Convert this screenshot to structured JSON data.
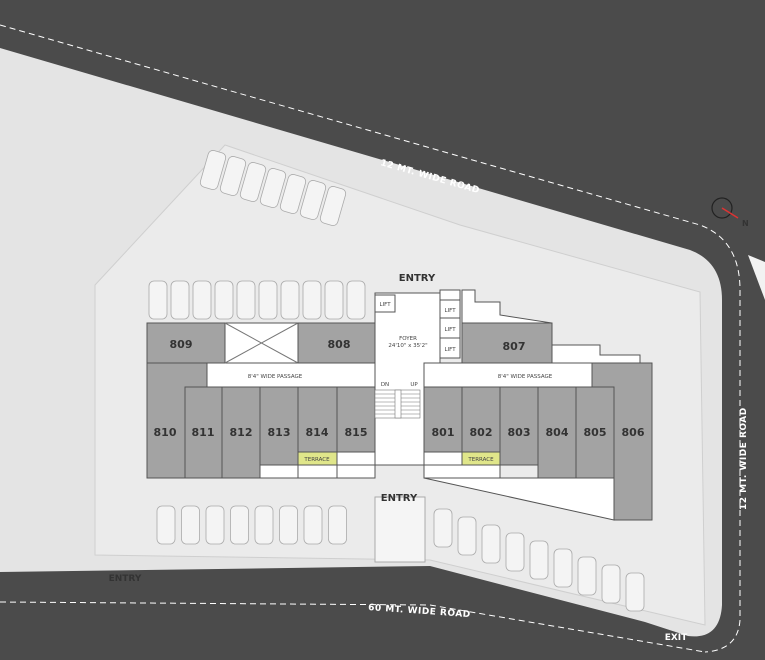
{
  "roads": {
    "top": "12 MT. WIDE ROAD",
    "right": "12 MT. WIDE ROAD",
    "bottom": "60 MT. WIDE ROAD"
  },
  "entries": {
    "top": "ENTRY",
    "middle": "ENTRY",
    "bottom_left": "ENTRY",
    "exit": "EXIT"
  },
  "north": "N",
  "foyer": {
    "label": "FOYER",
    "size": "24'10\" x 35'2\""
  },
  "lift": "LIFT",
  "stairs": {
    "down": "DN",
    "up": "UP"
  },
  "passages": {
    "left": "8'4\" WIDE PASSAGE",
    "right": "8'4\" WIDE PASSAGE"
  },
  "terrace": "TERRACE",
  "units": [
    "801",
    "802",
    "803",
    "804",
    "805",
    "806",
    "807",
    "808",
    "809",
    "810",
    "811",
    "812",
    "813",
    "814",
    "815"
  ],
  "colors": {
    "road": "#4b4b4b",
    "site": "#e4e4e4",
    "unit": "#a3a3a3",
    "terrace": "#e0e68a"
  }
}
